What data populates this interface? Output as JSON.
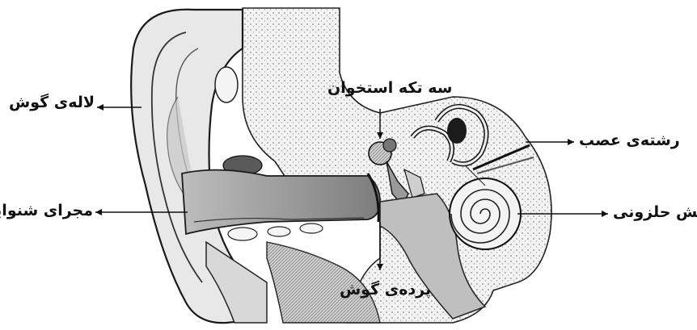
{
  "labels": {
    "pinna": "لاله‌ی گوش",
    "ear_canal": "مجرای شنوایی",
    "ossicles": "سه تکه استخوان",
    "eardrum": "پرده‌ی گوش",
    "nerve": "رشته‌ی عصب",
    "cochlea": "بخش حلزونی"
  },
  "colors": {
    "ink": "#111111",
    "bone": "#f1f1f1",
    "soft": "#9a9a9a",
    "dark": "#555555"
  }
}
